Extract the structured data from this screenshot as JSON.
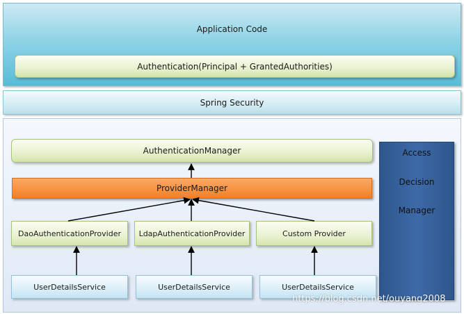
{
  "layers": {
    "application_code": "Application Code",
    "authentication": "Authentication(Principal + GrantedAuthorities)",
    "spring_security": "Spring Security"
  },
  "core": {
    "authentication_manager": "AuthenticationManager",
    "provider_manager": "ProviderManager"
  },
  "providers": [
    {
      "label": "DaoAuthenticationProvider",
      "service": "UserDetailsService"
    },
    {
      "label": "LdapAuthenticationProvider",
      "service": "UserDetailsService"
    },
    {
      "label": "Custom Provider",
      "service": "UserDetailsService"
    }
  ],
  "access_decision_manager": {
    "line1": "Access",
    "line2": "Decision",
    "line3": "Manager"
  },
  "watermark": "https://blog.csdn.net/ouyang2008",
  "colors": {
    "app_band": "#58bcd6",
    "provider_manager": "#f7913f",
    "access_decision_manager": "#3d6aa7",
    "green_box": "#e8f1cf",
    "uds_box": "#dbeef8"
  }
}
